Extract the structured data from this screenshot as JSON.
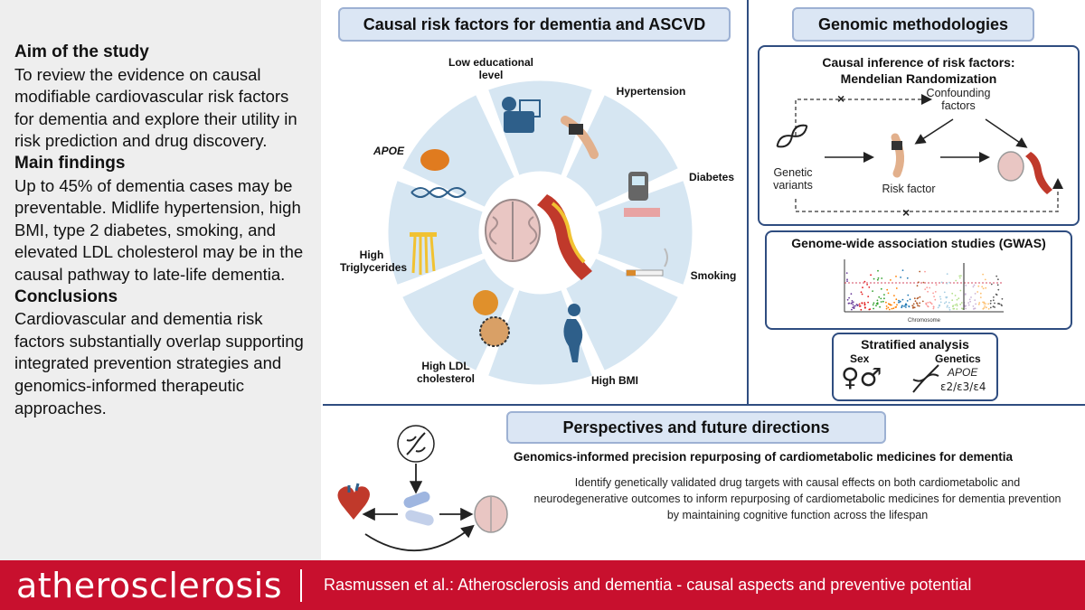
{
  "summary": {
    "aim_heading": "Aim of the study",
    "aim_text": "To review the evidence on causal modifiable cardiovascular risk factors for dementia and explore their utility in risk prediction and drug discovery.",
    "findings_heading": "Main findings",
    "findings_text": "Up to 45% of dementia cases may be preventable. Midlife hypertension, high BMI, type 2 diabetes, smoking, and elevated LDL cholesterol may be in the causal pathway to late-life dementia.",
    "conclusions_heading": "Conclusions",
    "conclusions_text": "Cardiovascular and dementia risk factors substantially overlap supporting integrated prevention strategies and genomics-informed therapeutic approaches."
  },
  "risk_factors": {
    "title": "Causal risk factors for dementia and ASCVD",
    "items": {
      "education": "Low educational level",
      "hypertension": "Hypertension",
      "diabetes": "Diabetes",
      "smoking": "Smoking",
      "bmi": "High BMI",
      "ldl": "High LDL cholesterol",
      "triglycerides": "High Triglycerides",
      "apoe": "APOE"
    }
  },
  "genomic": {
    "title": "Genomic methodologies",
    "mr": {
      "title_line1": "Causal inference of risk factors:",
      "title_line2": "Mendelian Randomization",
      "confounding": "Confounding factors",
      "genetic_variants": "Genetic variants",
      "risk_factor": "Risk factor"
    },
    "gwas": {
      "title": "Genome-wide association studies (GWAS)",
      "xlabel": "Chromosome"
    },
    "stratified": {
      "title": "Stratified analysis",
      "sex": "Sex",
      "sex_symbols": "♀♂",
      "genetics": "Genetics",
      "apoe": "APOE",
      "alleles": "ε2/ε3/ε4"
    }
  },
  "perspectives": {
    "title": "Perspectives and future directions",
    "subtitle": "Genomics-informed precision repurposing of cardiometabolic medicines for dementia",
    "body": "Identify genetically validated drug targets with causal effects on both cardiometabolic and neurodegenerative outcomes to inform repurposing of cardiometabolic medicines for dementia prevention by maintaining cognitive function across the lifespan"
  },
  "footer": {
    "journal": "atherosclerosis",
    "citation": "Rasmussen et al.: Atherosclerosis and dementia - causal aspects and preventive potential"
  },
  "colors": {
    "accent_red": "#c8102e",
    "navy": "#2f4d80",
    "header_fill": "#dbe6f4",
    "wheel_fill": "#d6e6f2"
  }
}
